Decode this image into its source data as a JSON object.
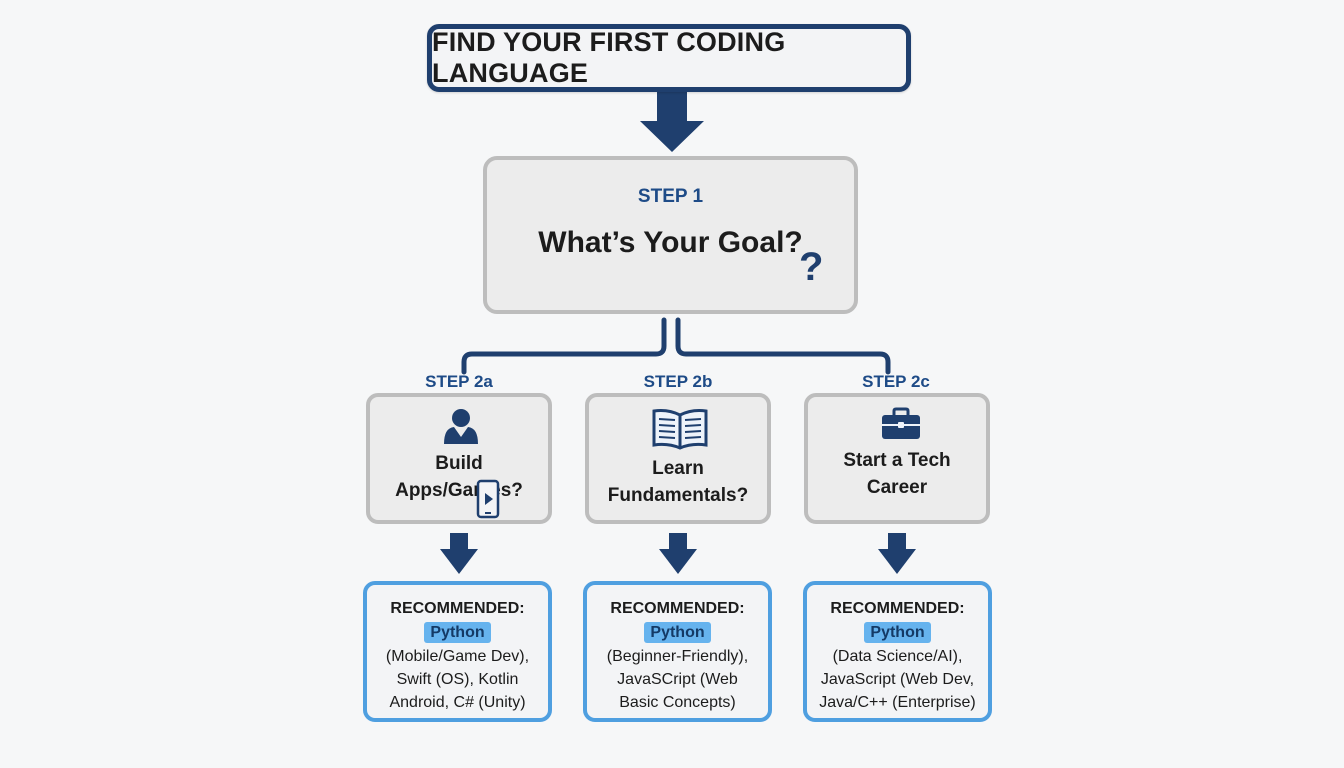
{
  "title": "FIND YOUR FIRST CODING LANGUAGE",
  "step1": {
    "label": "STEP 1",
    "question": "What’s Your Goal?",
    "mark": "?"
  },
  "branches": [
    {
      "label": "STEP 2a",
      "icon": "person-icon",
      "text_lines": [
        "Build Apps/Games?"
      ],
      "secondary_icon": "smartphone-play-icon",
      "recommendation": {
        "heading": "RECOMMENDED:",
        "language": "Python",
        "details": [
          "(Mobile/Game Dev),",
          "Swift (OS), Kotlin",
          "Android, C# (Unity)"
        ]
      }
    },
    {
      "label": "STEP 2b",
      "icon": "open-book-icon",
      "text_lines": [
        "Learn",
        "Fundamentals?"
      ],
      "recommendation": {
        "heading": "RECOMMENDED:",
        "language": "Python",
        "details": [
          "(Beginner-Friendly),",
          "JavaSCript (Web",
          "Basic Concepts)"
        ]
      }
    },
    {
      "label": "STEP 2c",
      "icon": "briefcase-icon",
      "text_lines": [
        "Start a Tech",
        "Career"
      ],
      "recommendation": {
        "heading": "RECOMMENDED:",
        "language": "Python",
        "details": [
          "(Data Science/AI),",
          "JavaScript (Web Dev,",
          "Java/C++ (Enterprise)"
        ]
      }
    }
  ],
  "colors": {
    "navy": "#1f3f6e",
    "step_label_blue": "#1e4b87",
    "box_gray": "#bdbdbd",
    "rec_border_blue": "#4f9fe0",
    "highlight_blue": "#66b3ee"
  }
}
